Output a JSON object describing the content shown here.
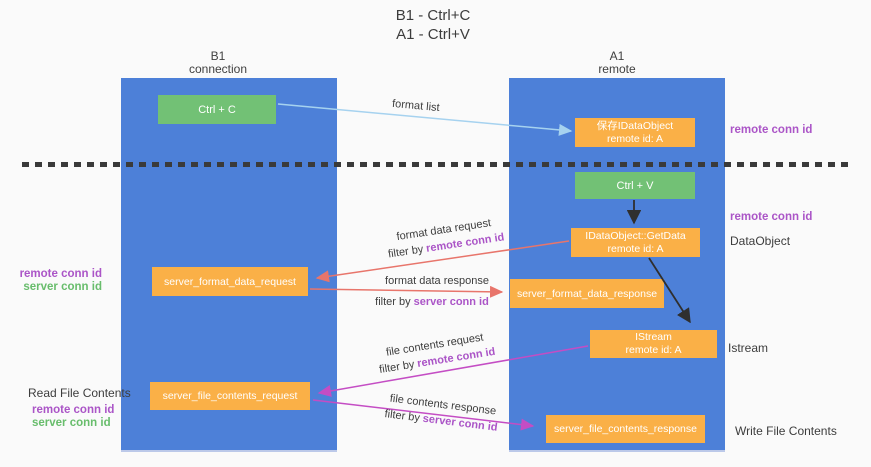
{
  "title": {
    "line1": "B1 - Ctrl+C",
    "line2": "A1 - Ctrl+V"
  },
  "lifelines": {
    "left": {
      "name": "B1",
      "role": "connection"
    },
    "right": {
      "name": "A1",
      "role": "remote"
    }
  },
  "boxes": {
    "ctrl_c": {
      "label": "Ctrl + C"
    },
    "clipboard_object": {
      "line1": "保存IDataObject",
      "line2": "remote id: A"
    },
    "ctrl_v": {
      "label": "Ctrl + V"
    },
    "getdata": {
      "line1": "IDataObject::GetData",
      "line2": "remote id: A"
    },
    "format_request": {
      "label": "server_format_data_request"
    },
    "format_response": {
      "label": "server_format_data_response"
    },
    "istream": {
      "line1": "IStream",
      "line2": "remote id: A"
    },
    "file_request": {
      "label": "server_file_contents_request"
    },
    "file_response": {
      "label": "server_file_contents_response"
    }
  },
  "arrow_labels": {
    "format_list": "format list",
    "format_data_request": "format data request",
    "format_data_response": "format data response",
    "file_contents_request": "file contents request",
    "file_contents_response": "file contents response",
    "filter_by": "filter by",
    "remote_conn_id": "remote conn id",
    "server_conn_id": "server conn id"
  },
  "side_labels": {
    "remote_conn_id": "remote conn id",
    "server_conn_id": "server conn id",
    "dataobject": "DataObject",
    "istream": "Istream",
    "read_file_contents": "Read File Contents",
    "write_file_contents": "Write File Contents"
  },
  "colors": {
    "lifeline_blue": "#4d80d8",
    "box_green": "#72c175",
    "box_orange": "#fab047",
    "arrow_salmon": "#e8756b",
    "arrow_magenta": "#c44dc4",
    "arrow_lightblue": "#a6d2ef",
    "arrow_black": "#2f2f2f",
    "text_purple": "#ab55c7",
    "text_green": "#68bd6c"
  }
}
